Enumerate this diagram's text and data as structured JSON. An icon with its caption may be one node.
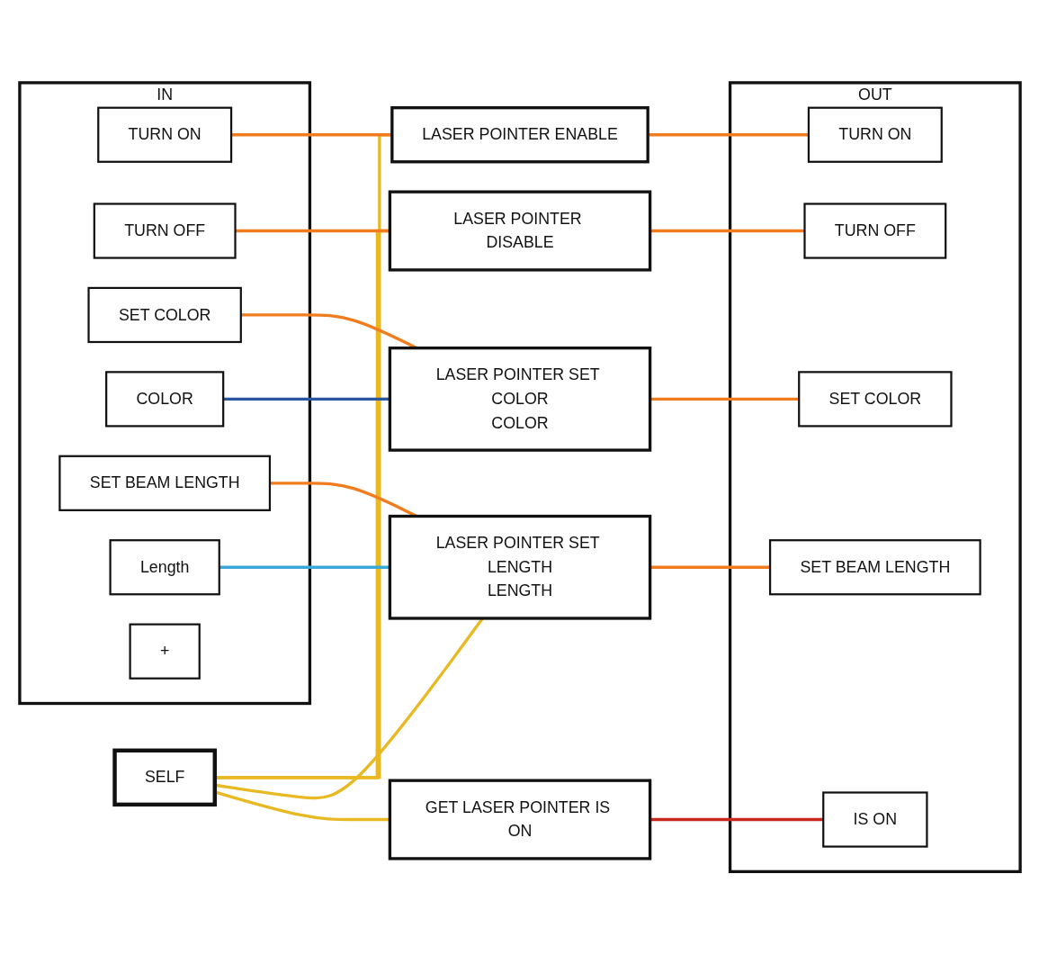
{
  "diagram": {
    "nodes": [
      {
        "text": [
          "SELF"
        ]
      },
      {
        "text": [
          "IN"
        ]
      },
      {
        "text": [
          "TURN ON"
        ],
        "in": 1
      },
      {
        "text": [
          "TURN OFF"
        ],
        "in": 1
      },
      {
        "text": [
          "SET COLOR"
        ],
        "in": 1
      },
      {
        "text": [
          "COLOR"
        ],
        "in": 1
      },
      {
        "text": [
          "SET BEAM LENGTH"
        ],
        "in": 1
      },
      {
        "text": [
          "Length"
        ],
        "in": 1
      },
      {
        "text": [
          "+"
        ],
        "in": 1
      },
      {
        "text": [
          "LASER POINTER ENABLE"
        ]
      },
      {
        "text": [
          "LASER POINTER DISABLE"
        ]
      },
      {
        "text": [
          "LASER POINTER SET COLOR",
          "COLOR"
        ]
      },
      {
        "text": [
          "LASER POINTER SET LENGTH",
          "LENGTH"
        ]
      },
      {
        "text": [
          "GET LASER POINTER IS ON"
        ]
      },
      {
        "text": [
          "OUT"
        ]
      },
      {
        "text": [
          "TURN ON"
        ],
        "in": 14
      },
      {
        "text": [
          "TURN OFF"
        ],
        "in": 14
      },
      {
        "text": [
          "SET COLOR"
        ],
        "in": 14
      },
      {
        "text": [
          "SET BEAM LENGTH"
        ],
        "in": 14
      },
      {
        "text": [
          "IS ON"
        ],
        "in": 14
      }
    ],
    "edges": [
      {
        "from": 0,
        "to": 9,
        "arrow": "none",
        "color": "#e8b923"
      },
      {
        "from": 0,
        "to": 10,
        "arrow": "none",
        "color": "#e8b923"
      },
      {
        "from": 0,
        "to": 11,
        "arrow": "none",
        "color": "#e8b923"
      },
      {
        "from": 0,
        "to": 12,
        "arrow": "none",
        "color": "#e8b923"
      },
      {
        "from": 0,
        "to": 13,
        "arrow": "none",
        "color": "#e8b923"
      },
      {
        "from": 2,
        "to": 9,
        "arrow": "none"
      },
      {
        "from": 3,
        "to": 10,
        "arrow": "none"
      },
      {
        "from": 4,
        "to": 11,
        "arrow": "none"
      },
      {
        "from": 5,
        "to": 11,
        "arrow": "none",
        "color": "#2a55a0"
      },
      {
        "from": 6,
        "to": 12,
        "arrow": "none"
      },
      {
        "from": 7,
        "to": 12,
        "arrow": "none",
        "color": "#3aa8d8"
      },
      {
        "from": 9,
        "to": 15,
        "arrow": "none"
      },
      {
        "from": 10,
        "to": 16,
        "arrow": "none"
      },
      {
        "from": 11,
        "to": 17,
        "arrow": "none"
      },
      {
        "from": 12,
        "to": 18,
        "arrow": "none"
      },
      {
        "from": 13,
        "to": 19,
        "arrow": "none",
        "color": "#c8281e"
      }
    ]
  }
}
